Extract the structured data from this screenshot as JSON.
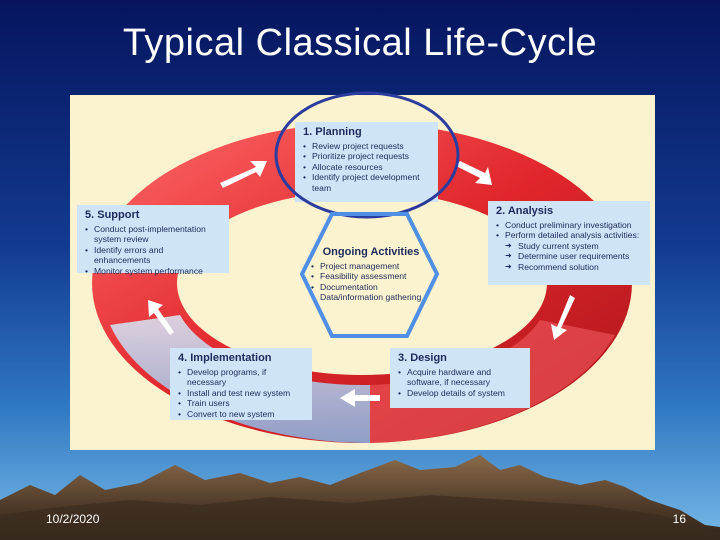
{
  "slide": {
    "title": "Typical Classical Life-Cycle",
    "date": "10/2/2020",
    "page_number": "16"
  },
  "diagram": {
    "planning": {
      "heading": "1. Planning",
      "items": [
        "Review project requests",
        "Prioritize project requests",
        "Allocate resources",
        "Identify project development team"
      ]
    },
    "analysis": {
      "heading": "2. Analysis",
      "items": [
        "Conduct preliminary investigation",
        "Perform detailed analysis activities:"
      ],
      "subitems": [
        "Study current system",
        "Determine user requirements",
        "Recommend solution"
      ]
    },
    "design": {
      "heading": "3. Design",
      "items": [
        "Acquire hardware and software, if necessary",
        "Develop details of system"
      ]
    },
    "implementation": {
      "heading": "4. Implementation",
      "items": [
        "Develop programs, if necessary",
        "Install and test new system",
        "Train users",
        "Convert to new system"
      ]
    },
    "support": {
      "heading": "5. Support",
      "items": [
        "Conduct post-implementation system review",
        "Identify errors and enhancements",
        "Monitor system performance"
      ]
    },
    "ongoing": {
      "heading": "Ongoing Activities",
      "items": [
        "Project management",
        "Feasibility assessment",
        "Documentation",
        "Data/information gathering"
      ]
    }
  },
  "colors": {
    "ring_red": "#e0262b",
    "ring_blue": "#9fc6ea",
    "highlight_outline": "#2b3b9e",
    "hexagon_outline": "#4f8fe6"
  }
}
